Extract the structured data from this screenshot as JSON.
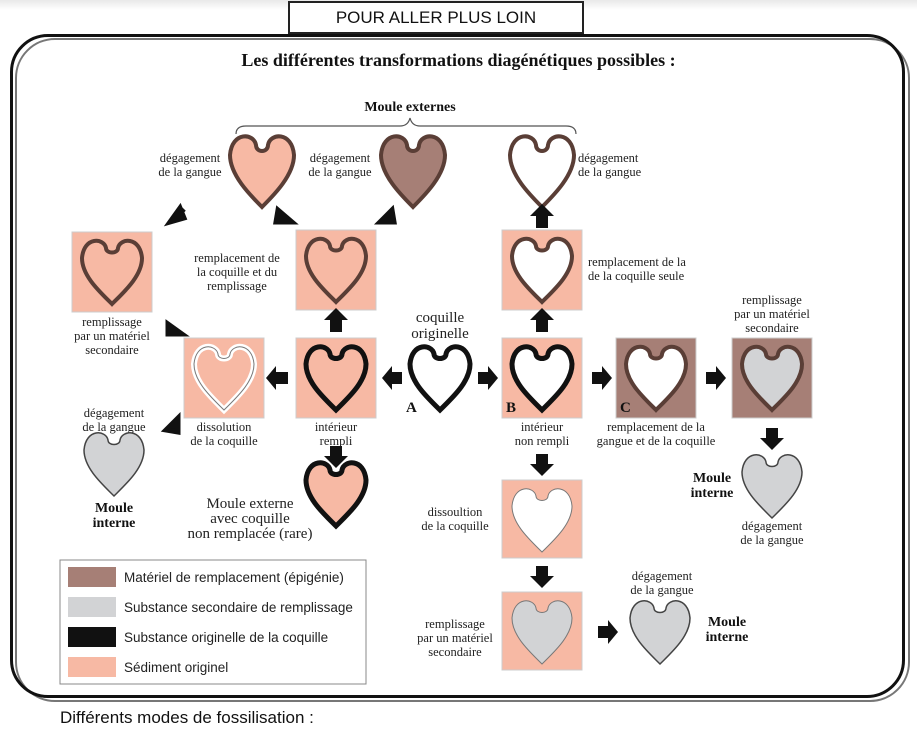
{
  "header": {
    "title": "POUR ALLER PLUS LOIN"
  },
  "main_title": "Les différentes transformations diagénétiques possibles :",
  "caption": "Différents modes de fossilisation :",
  "colors": {
    "remplacement": "#a67f76",
    "secondaire": "#d2d3d5",
    "originelle": "#111111",
    "sediment": "#f7b9a4"
  },
  "labels": {
    "moule_externes": "Moule externes",
    "deg1_l1": "dégagement",
    "deg1_l2": "de la gangue",
    "deg2_l1": "dégagement",
    "deg2_l2": "de la gangue",
    "deg3_l1": "dégagement",
    "deg3_l2": "de la gangue",
    "rempl_cq_l1": "remplacement de",
    "rempl_cq_l2": "la coquille et du",
    "rempl_cq_l3": "remplissage",
    "rempl_seule_l1": "remplacement de la",
    "rempl_seule_l2": "de la coquille seule",
    "remplissage1_l1": "remplissage",
    "remplissage1_l2": "par un matériel",
    "remplissage1_l3": "secondaire",
    "remplissage2_l1": "remplissage",
    "remplissage2_l2": "par un matériel",
    "remplissage2_l3": "secondaire",
    "remplissage3_l1": "remplissage",
    "remplissage3_l2": "par un matériel",
    "remplissage3_l3": "secondaire",
    "coquille_l1": "coquille",
    "coquille_l2": "originelle",
    "letter_a": "A",
    "letter_b": "B",
    "letter_c": "C",
    "dissolution_l1": "dissolution",
    "dissolution_l2": "de la coquille",
    "interieur_rempli_l1": "intérieur",
    "interieur_rempli_l2": "rempli",
    "interieur_non_l1": "intérieur",
    "interieur_non_l2": "non rempli",
    "rempl_gangue_l1": "remplacement de la",
    "rempl_gangue_l2": "gangue et de la coquille",
    "deg4_l1": "dégagement",
    "deg4_l2": "de la gangue",
    "moule_interne1_l1": "Moule",
    "moule_interne1_l2": "interne",
    "moule_externe_rare_l1": "Moule externe",
    "moule_externe_rare_l2": "avec coquille",
    "moule_externe_rare_l3": "non remplacée (rare)",
    "dissoultion_l1": "dissoultion",
    "dissoultion_l2": "de la coquille",
    "moule_interne2_l1": "Moule",
    "moule_interne2_l2": "interne",
    "deg5_l1": "dégagement",
    "deg5_l2": "de la gangue",
    "deg6_l1": "dégagement",
    "deg6_l2": "de la gangue",
    "moule_interne3_l1": "Moule",
    "moule_interne3_l2": "interne"
  },
  "legend": [
    {
      "label": "Matériel de remplacement (épigénie)",
      "color": "#a67f76"
    },
    {
      "label": "Substance secondaire de remplissage",
      "color": "#d2d3d5"
    },
    {
      "label": "Substance originelle de la coquille",
      "color": "#111111"
    },
    {
      "label": "Sédiment originel",
      "color": "#f7b9a4"
    }
  ]
}
